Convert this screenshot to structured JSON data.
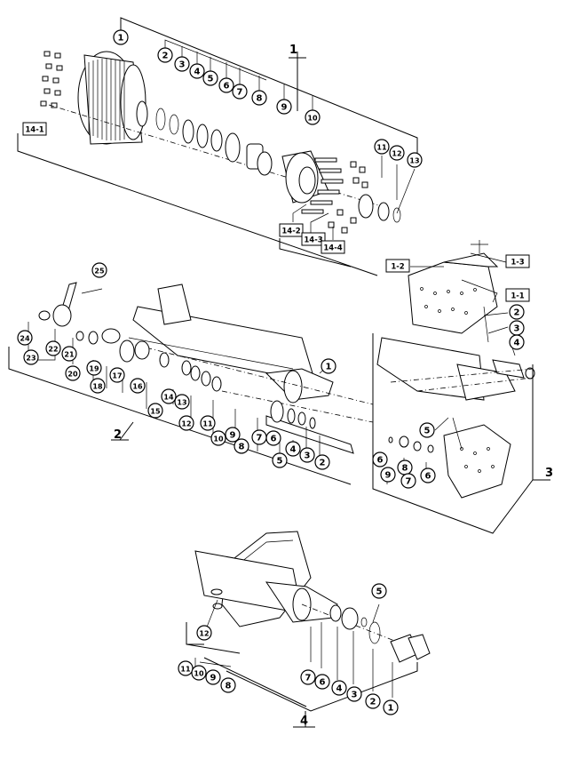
{
  "groups": [
    {
      "id": "1",
      "label": "1"
    },
    {
      "id": "2",
      "label": "2"
    },
    {
      "id": "3",
      "label": "3"
    },
    {
      "id": "4",
      "label": "4"
    }
  ],
  "callouts": {
    "g1": [
      "1",
      "2",
      "3",
      "4",
      "5",
      "6",
      "7",
      "8",
      "9",
      "10",
      "11",
      "12",
      "13"
    ],
    "g2": [
      "1",
      "2",
      "3",
      "4",
      "5",
      "6",
      "7",
      "8",
      "9",
      "10",
      "11",
      "12",
      "13",
      "14",
      "15",
      "16",
      "17",
      "18",
      "19",
      "20",
      "21",
      "22",
      "23",
      "24",
      "25"
    ],
    "g3": [
      "2",
      "3",
      "4",
      "5",
      "6",
      "9",
      "8",
      "7",
      "6"
    ],
    "g4": [
      "1",
      "2",
      "3",
      "4",
      "5",
      "7",
      "6",
      "12",
      "11",
      "10",
      "9",
      "8"
    ]
  },
  "boxes": {
    "g1": [
      "14-1",
      "14-2",
      "14-3",
      "14-4"
    ],
    "g3": [
      "1-2",
      "1-3",
      "1-1"
    ]
  }
}
